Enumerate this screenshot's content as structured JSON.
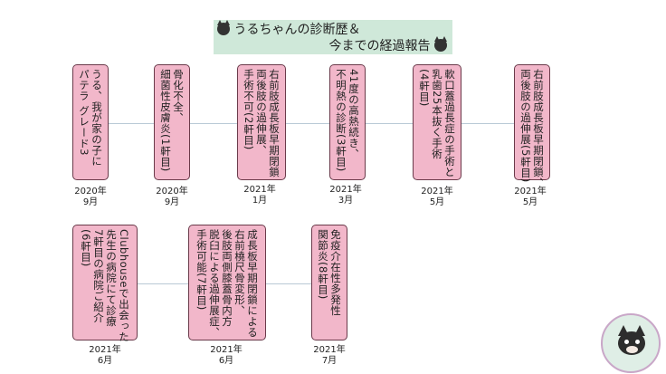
{
  "title": {
    "line1": "うるちゃんの診断歴＆",
    "line2": "今までの経過報告"
  },
  "icons": {
    "title_left": "dog-face-icon",
    "title_right": "dog-face-icon",
    "badge": "dog-mascot-badge"
  },
  "colors": {
    "card": "#f2b7ca",
    "title_bg": "#cfe8d9",
    "connector": "#b9c9d6"
  },
  "row1": [
    {
      "text": "うる、我が家の子に\nパテラ グレード3",
      "date": "2020年\n9月"
    },
    {
      "text": "骨化不全、\n細菌性皮膚炎(1軒目)",
      "date": "2020年\n9月"
    },
    {
      "text": "右前肢成長板早期閉鎖\n両後肢の過伸展、\n手術不可(2軒目)",
      "date": "2021年\n1月"
    },
    {
      "text": "41度の高熱続き、\n不明熱の診断(3軒目)",
      "date": "2021年\n3月"
    },
    {
      "text": "軟口蓋過長症の手術と\n乳歯25本抜く手術\n(4軒目)",
      "date": "2021年\n5月"
    },
    {
      "text": "右前肢成長板早期閉鎖、\n両後肢の過伸展(5軒目)",
      "date": "2021年\n5月"
    }
  ],
  "row2": [
    {
      "text": "Clubhouseで出会った\n先生の病院にて診療\n7軒目の病院ご紹介\n(6軒目)",
      "date": "2021年\n6月"
    },
    {
      "text": "成長板早期閉鎖による\n右前橈尺骨変形、\n後肢両側膝蓋骨内方\n脱臼による過伸展症、\n手術可能(7軒目)",
      "date": "2021年\n6月"
    },
    {
      "text": "免疫介在性多発性\n関節炎(8軒目)",
      "date": "2021年\n7月"
    }
  ]
}
